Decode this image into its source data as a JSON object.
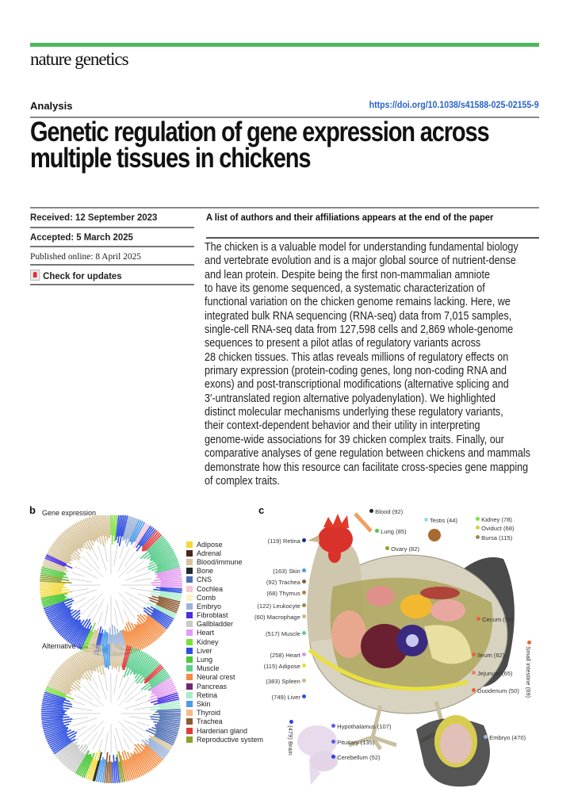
{
  "journal": "nature genetics",
  "article_type": "Analysis",
  "doi": "https://doi.org/10.1038/s41588-025-02155-9",
  "title_lines": [
    "Genetic regulation of gene expression across",
    "multiple tissues in chickens"
  ],
  "received": "Received: 12 September 2023",
  "accepted": "Accepted: 5 March 2025",
  "published": "Published online: 8 April 2025",
  "check_updates": "Check for updates",
  "authors_note": "A list of authors and their affiliations appears at the end of the paper",
  "abstract_lines": [
    "The chicken is a valuable model for understanding fundamental biology",
    "and vertebrate evolution and is a major global source of nutrient-dense",
    "and lean protein. Despite being the first non-mammalian amniote",
    "to have its genome sequenced, a systematic characterization of",
    "functional variation on the chicken genome remains lacking. Here, we",
    "integrated bulk RNA sequencing (RNA-seq) data from 7,015 samples,",
    "single-cell RNA-seq data from 127,598 cells and 2,869 whole-genome",
    "sequences to present a pilot atlas of regulatory variants across",
    "28 chicken tissues. This atlas reveals millions of regulatory effects on",
    "primary expression (protein-coding genes, long non-coding RNA and",
    "exons) and post-transcriptional modifications (alternative splicing and",
    "3′-untranslated region alternative polyadenylation). We highlighted",
    "distinct molecular mechanisms underlying these regulatory variants,",
    "their context-dependent behavior and their utility in interpreting",
    "genome-wide associations for 39 chicken complex traits. Finally, our",
    "comparative analyses of gene regulation between chickens and mammals",
    "demonstrate how this resource can facilitate cross-species gene mapping",
    "of complex traits."
  ],
  "figure_b": {
    "panel": "b",
    "title_top": "Gene expression",
    "title_bottom": "Alternative splicing",
    "legend": [
      {
        "label": "Adipose",
        "color": "#f2d93b"
      },
      {
        "label": "Adrenal",
        "color": "#4a2620"
      },
      {
        "label": "Blood/immune",
        "color": "#d6c49c"
      },
      {
        "label": "Bone",
        "color": "#1f2a30"
      },
      {
        "label": "CNS",
        "color": "#4f6fb5"
      },
      {
        "label": "Cochlea",
        "color": "#f7c8d8"
      },
      {
        "label": "Comb",
        "color": "#fbf3c2"
      },
      {
        "label": "Embryo",
        "color": "#9db3d9"
      },
      {
        "label": "Fibroblast",
        "color": "#4a2ee0"
      },
      {
        "label": "Gallbladder",
        "color": "#c8cac8"
      },
      {
        "label": "Heart",
        "color": "#e39af0"
      },
      {
        "label": "Kidney",
        "color": "#7be03a"
      },
      {
        "label": "Liver",
        "color": "#2f4fe0"
      },
      {
        "label": "Lung",
        "color": "#4cc93a"
      },
      {
        "label": "Muscle",
        "color": "#5ccf8f"
      },
      {
        "label": "Neural crest",
        "color": "#f58b3f"
      },
      {
        "label": "Pancreas",
        "color": "#6d2a6e"
      },
      {
        "label": "Retina",
        "color": "#a8ecc8"
      },
      {
        "label": "Skin",
        "color": "#4a9be8"
      },
      {
        "label": "Thyroid",
        "color": "#f8b98a"
      },
      {
        "label": "Trachea",
        "color": "#8c5a33"
      },
      {
        "label": "Harderian gland",
        "color": "#e03c3c"
      },
      {
        "label": "Reproductive system",
        "color": "#8ca02c"
      }
    ]
  },
  "figure_c": {
    "panel": "c",
    "left_labels": [
      {
        "label": "(119) Retina",
        "color": "#1c2a8c"
      },
      {
        "label": "(163) Skin",
        "color": "#4a9be8"
      },
      {
        "label": "(92) Trachea",
        "color": "#8c5a33"
      },
      {
        "label": "(68) Thymus",
        "color": "#a08850"
      },
      {
        "label": "(122) Leukocyte",
        "color": "#a08850"
      },
      {
        "label": "(60) Macrophage",
        "color": "#c8b888"
      },
      {
        "label": "(517) Muscle",
        "color": "#5ccf8f"
      },
      {
        "label": "(258) Heart",
        "color": "#d89ae0"
      },
      {
        "label": "(115) Adipose",
        "color": "#f2d93b"
      },
      {
        "label": "(383) Spleen",
        "color": "#c8b888"
      },
      {
        "label": "(749) Liver",
        "color": "#2f4fe0"
      }
    ],
    "top_labels": [
      {
        "label": "Blood (92)",
        "color": "#222222"
      },
      {
        "label": "Testis (44)",
        "color": "#8fe0e8"
      },
      {
        "label": "Lung (85)",
        "color": "#4cc93a"
      },
      {
        "label": "Ovary (82)",
        "color": "#8ca02c"
      },
      {
        "label": "Kidney (78)",
        "color": "#7be03a"
      },
      {
        "label": "Oviduct (68)",
        "color": "#c8d83a"
      },
      {
        "label": "Bursa (115)",
        "color": "#a08850"
      }
    ],
    "right_labels": [
      {
        "label": "Cecum (56)",
        "color": "#e8643a"
      },
      {
        "label": "Ileum (62)",
        "color": "#e8643a"
      },
      {
        "label": "Jejunum (65)",
        "color": "#f08060"
      },
      {
        "label": "Duodenum (50)",
        "color": "#e8643a"
      }
    ],
    "small_intestine": "Small intestine (69)",
    "brain": "(479) Brain",
    "brain_labels": [
      {
        "label": "Hypothalamus (107)",
        "color": "#5a5ae8"
      },
      {
        "label": "Pituitary (135)",
        "color": "#5a5ae8"
      },
      {
        "label": "Cerebellum (52)",
        "color": "#2f3fe0"
      }
    ],
    "embryo": "Embryo (470)",
    "embryo_color": "#9db3d9"
  }
}
